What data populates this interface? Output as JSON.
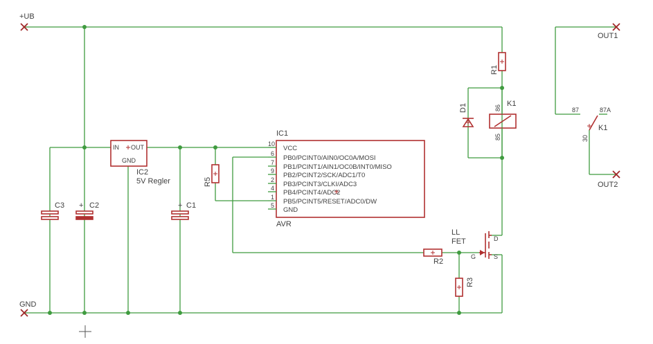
{
  "nets": {
    "vcc": "+UB",
    "gnd": "GND",
    "out1": "OUT1",
    "out2": "OUT2"
  },
  "components": {
    "ic1": {
      "name": "IC1",
      "value": "AVR",
      "pins": [
        {
          "num": "10",
          "label": "VCC"
        },
        {
          "num": "6",
          "label": "PB0/PCINT0/AIN0/OC0A/MOSI"
        },
        {
          "num": "7",
          "label": "PB1/PCINT1/AIN1/OC0B/INT0/MISO"
        },
        {
          "num": "9",
          "label": "PB2/PCINT2/SCK/ADC1/T0"
        },
        {
          "num": "2",
          "label": "PB3/PCINT3/CLKI/ADC3"
        },
        {
          "num": "4",
          "label": "PB4/PCINT4/ADC2"
        },
        {
          "num": "1",
          "label": "PB5/PCINT5/RESET/ADC0/DW"
        },
        {
          "num": "5",
          "label": "GND"
        }
      ]
    },
    "ic2": {
      "name": "IC2",
      "value": "5V Regler",
      "pin_in": "IN",
      "pin_out": "OUT",
      "pin_gnd": "GND"
    },
    "c1": "C1",
    "c2": "C2",
    "c3": "C3",
    "r1": "R1",
    "r2": "R2",
    "r3": "R3",
    "r5": "R5",
    "d1": "D1",
    "k1_coil": {
      "name": "K1",
      "pin_a": "86",
      "pin_b": "85"
    },
    "k1_contact": {
      "name": "K1",
      "pin_nc": "87",
      "pin_no": "87A",
      "pin_com": "30"
    },
    "fet": {
      "line1": "LL",
      "line2": "FET",
      "pin_g": "G",
      "pin_d": "D",
      "pin_s": "S"
    }
  }
}
